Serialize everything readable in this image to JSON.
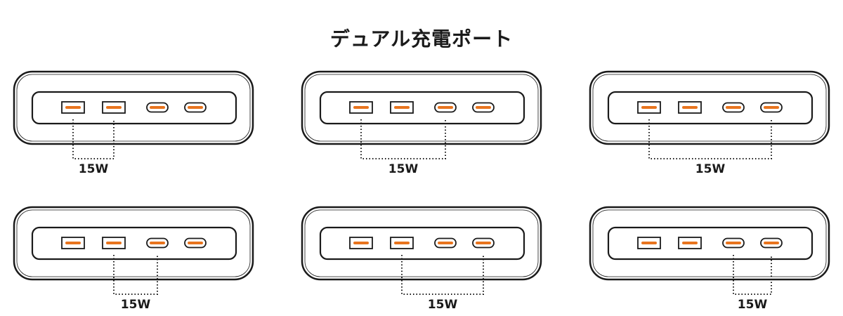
{
  "title": "デュアル充電ポート",
  "colors": {
    "outline": "#1a1a1a",
    "port_fill": "#e8741e",
    "background": "#ffffff"
  },
  "ports": [
    {
      "type": "USB-A"
    },
    {
      "type": "USB-A"
    },
    {
      "type": "USB-C"
    },
    {
      "type": "USB-C"
    }
  ],
  "panels": [
    {
      "pair": [
        0,
        1
      ],
      "label": "15W"
    },
    {
      "pair": [
        0,
        2
      ],
      "label": "15W"
    },
    {
      "pair": [
        0,
        3
      ],
      "label": "15W"
    },
    {
      "pair": [
        1,
        2
      ],
      "label": "15W"
    },
    {
      "pair": [
        1,
        3
      ],
      "label": "15W"
    },
    {
      "pair": [
        2,
        3
      ],
      "label": "15W"
    }
  ]
}
